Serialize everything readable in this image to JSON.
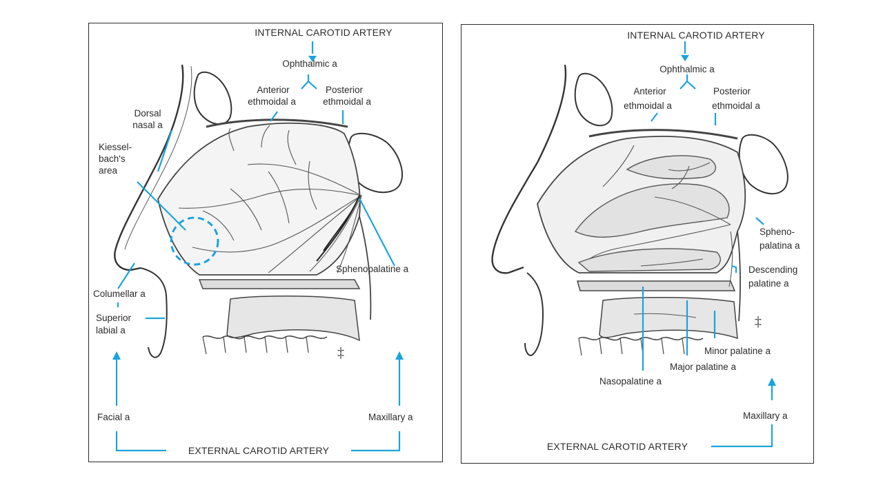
{
  "left": {
    "internal": "INTERNAL CAROTID ARTERY",
    "ophthalmic": "Ophthalmic a",
    "ant_eth_1": "Anterior",
    "ant_eth_2": "ethmoidal a",
    "post_eth_1": "Posterior",
    "post_eth_2": "ethmoidal a",
    "dorsal_1": "Dorsal",
    "dorsal_2": "nasal a",
    "kiessel_1": "Kiessel-",
    "kiessel_2": "bach's",
    "kiessel_3": "area",
    "columellar": "Columellar a",
    "sup_labial_1": "Superior",
    "sup_labial_2": "labial a",
    "sphenopalatine": "Sphenopalatine a",
    "facial": "Facial a",
    "maxillary": "Maxillary a",
    "external": "EXTERNAL CAROTID ARTERY"
  },
  "right": {
    "internal": "INTERNAL CAROTID ARTERY",
    "ophthalmic": "Ophthalmic a",
    "ant_eth_1": "Anterior",
    "ant_eth_2": "ethmoidal a",
    "post_eth_1": "Posterior",
    "post_eth_2": "ethmoidal a",
    "spheno_1": "Spheno-",
    "spheno_2": "palatina a",
    "desc_1": "Descending",
    "desc_2": "palatine a",
    "minor": "Minor palatine a",
    "major": "Major palatine a",
    "nasopalatine": "Nasopalatine a",
    "maxillary": "Maxillary a",
    "external": "EXTERNAL CAROTID ARTERY"
  },
  "colors": {
    "arrow": "#1aa3dc",
    "ink": "#2b2b2b",
    "frame": "#2a2a2a"
  }
}
